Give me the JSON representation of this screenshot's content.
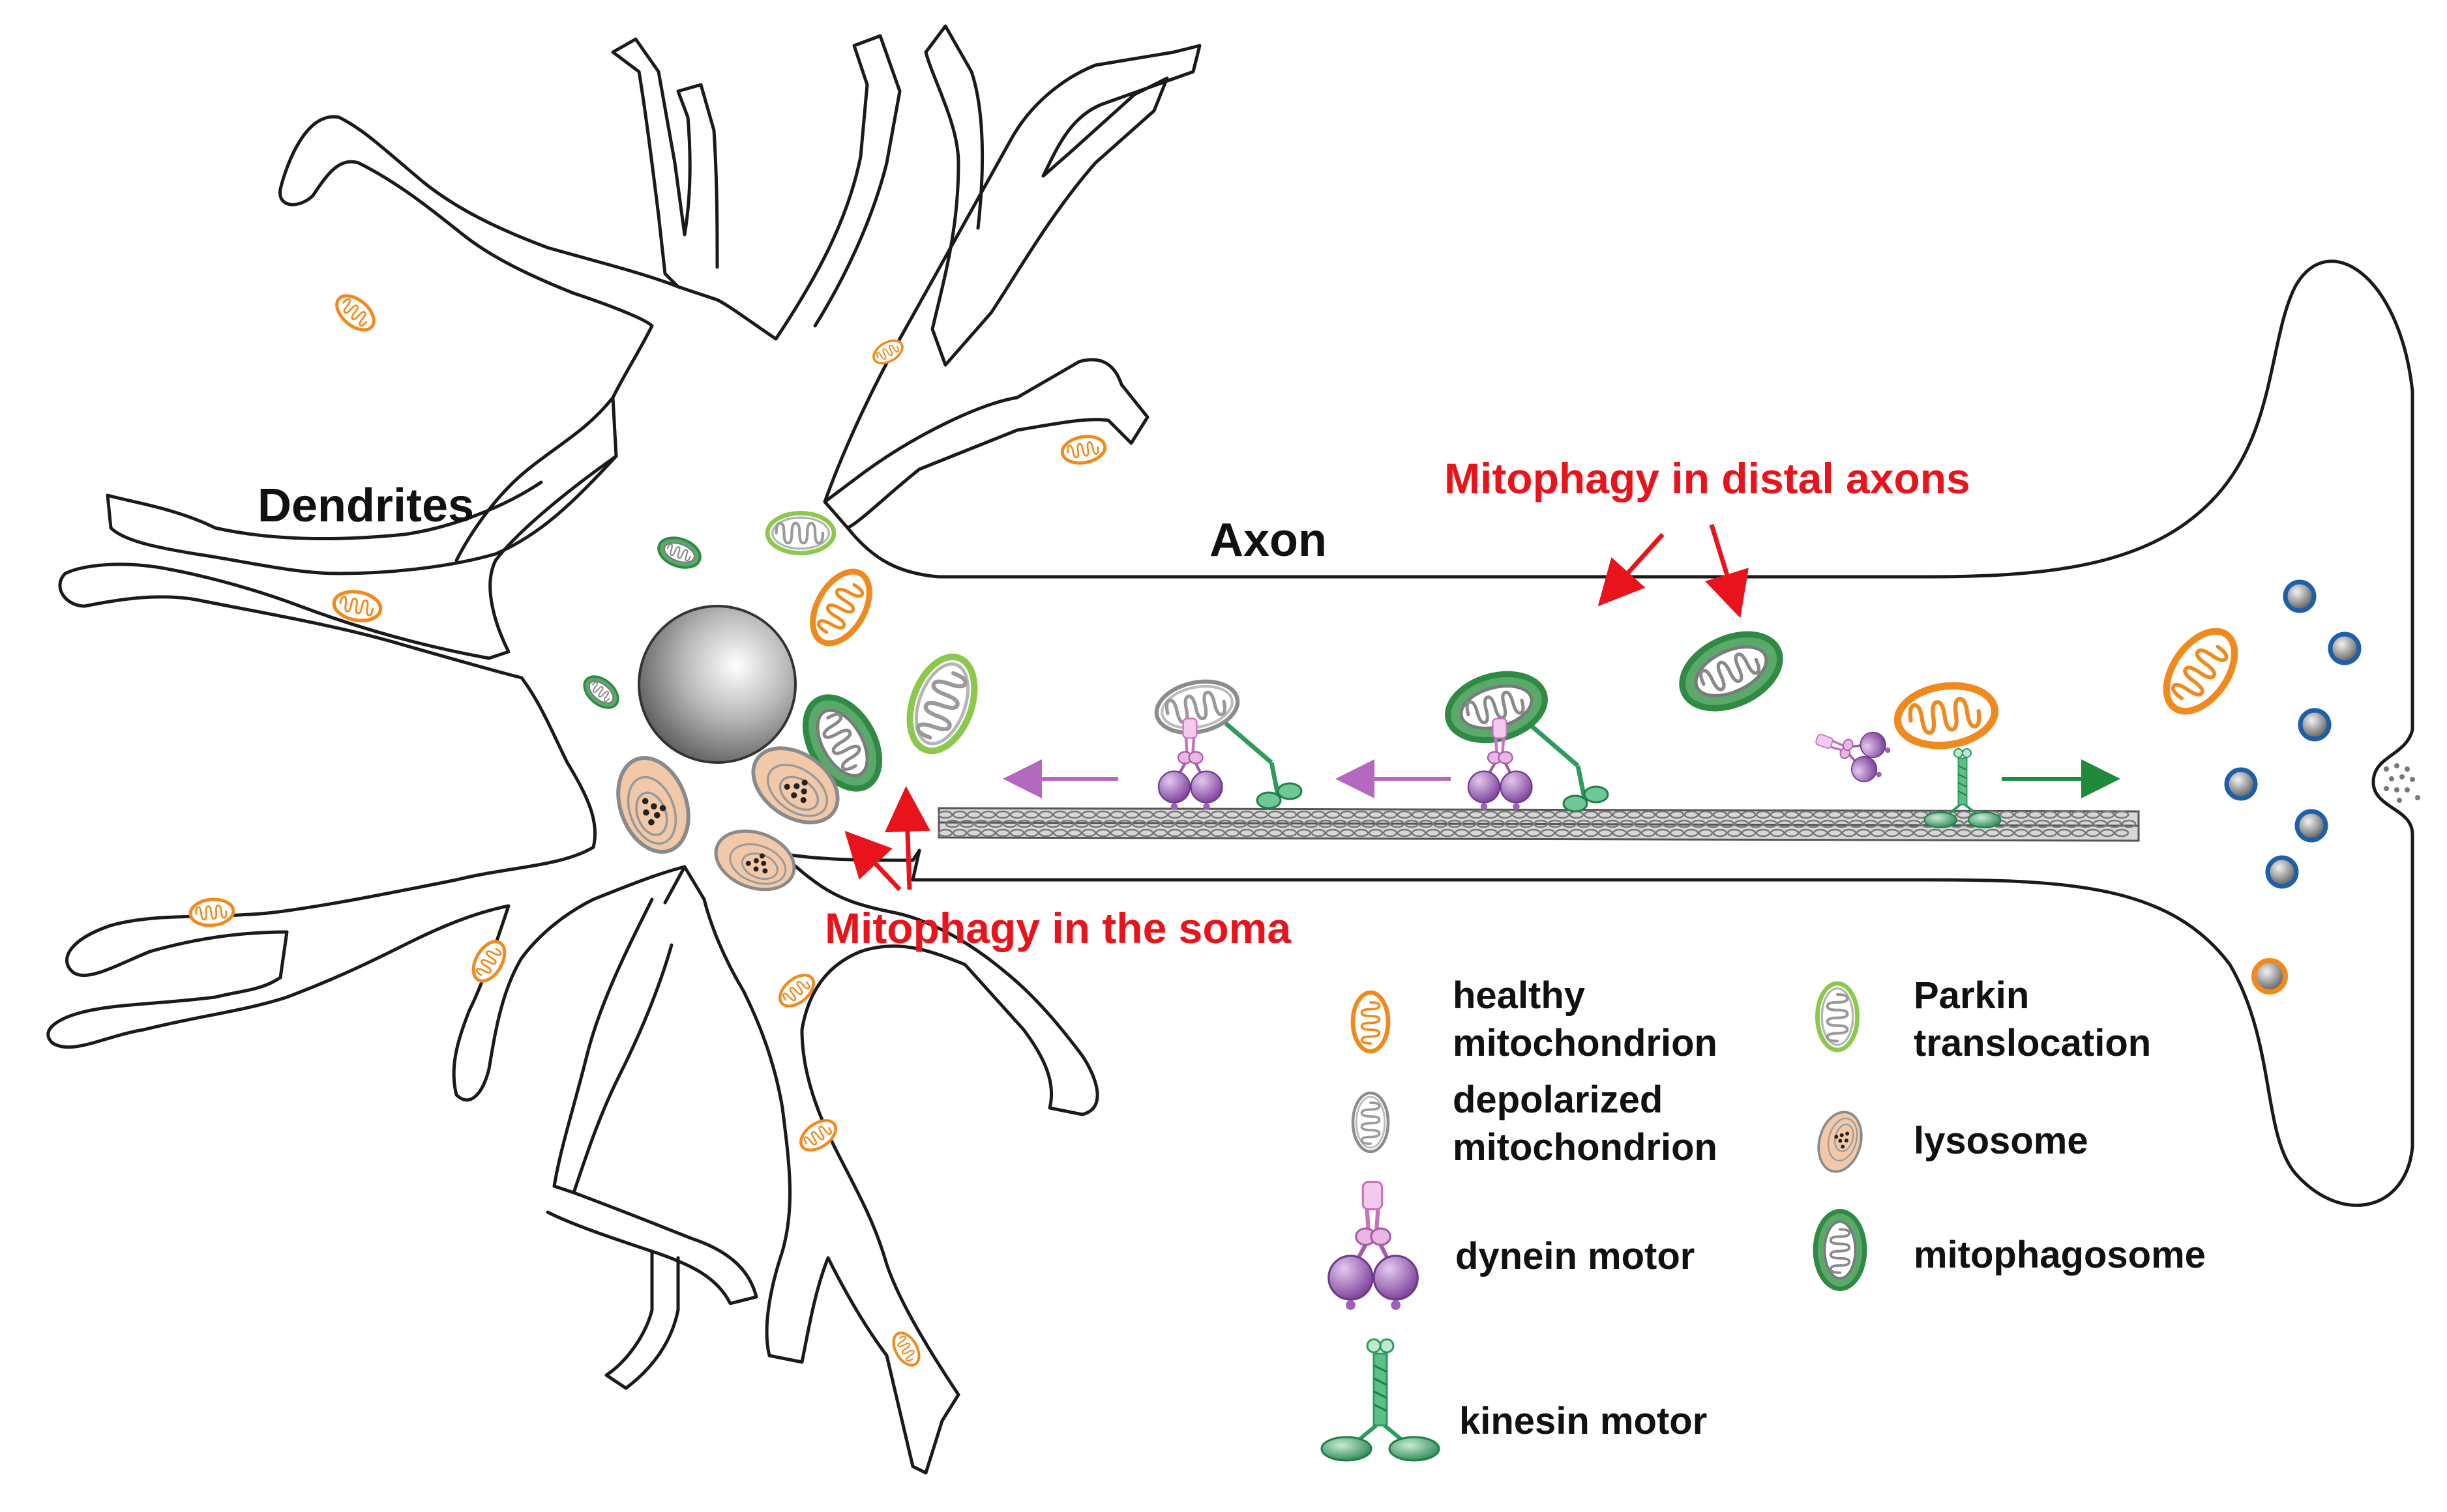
{
  "labels": {
    "dendrites": "Dendrites",
    "axon": "Axon",
    "mitophagy_distal": "Mitophagy in distal axons",
    "mitophagy_soma": "Mitophagy in the soma"
  },
  "legend": {
    "healthy_line1": "healthy",
    "healthy_line2": "mitochondrion",
    "depolarized_line1": "depolarized",
    "depolarized_line2": "mitochondrion",
    "dynein": "dynein motor",
    "kinesin": "kinesin motor",
    "parkin_line1": "Parkin",
    "parkin_line2": "translocation",
    "lysosome": "lysosome",
    "mitophagosome": "mitophagosome"
  },
  "colors": {
    "outline": "#1a1a1a",
    "annotation_red": "#e8131b",
    "mito_orange": "#f08a1e",
    "parkin_green": "#8cc84b",
    "mitophagosome_green": "#3a9a4a",
    "dynein_purple": "#9b62b8",
    "kinesin_green": "#2e9a5e",
    "lysosome_peach": "#f1c9a8",
    "vesicle_blue": "#1f5fa8",
    "microtubule_gray": "#8a8a8a"
  },
  "icons": [
    "healthy-mitochondrion-icon",
    "depolarized-mitochondrion-icon",
    "parkin-translocation-icon",
    "mitophagosome-icon",
    "lysosome-icon",
    "dynein-motor-icon",
    "kinesin-motor-icon",
    "nucleus-icon",
    "synaptic-vesicle-icon",
    "microtubule-icon"
  ]
}
